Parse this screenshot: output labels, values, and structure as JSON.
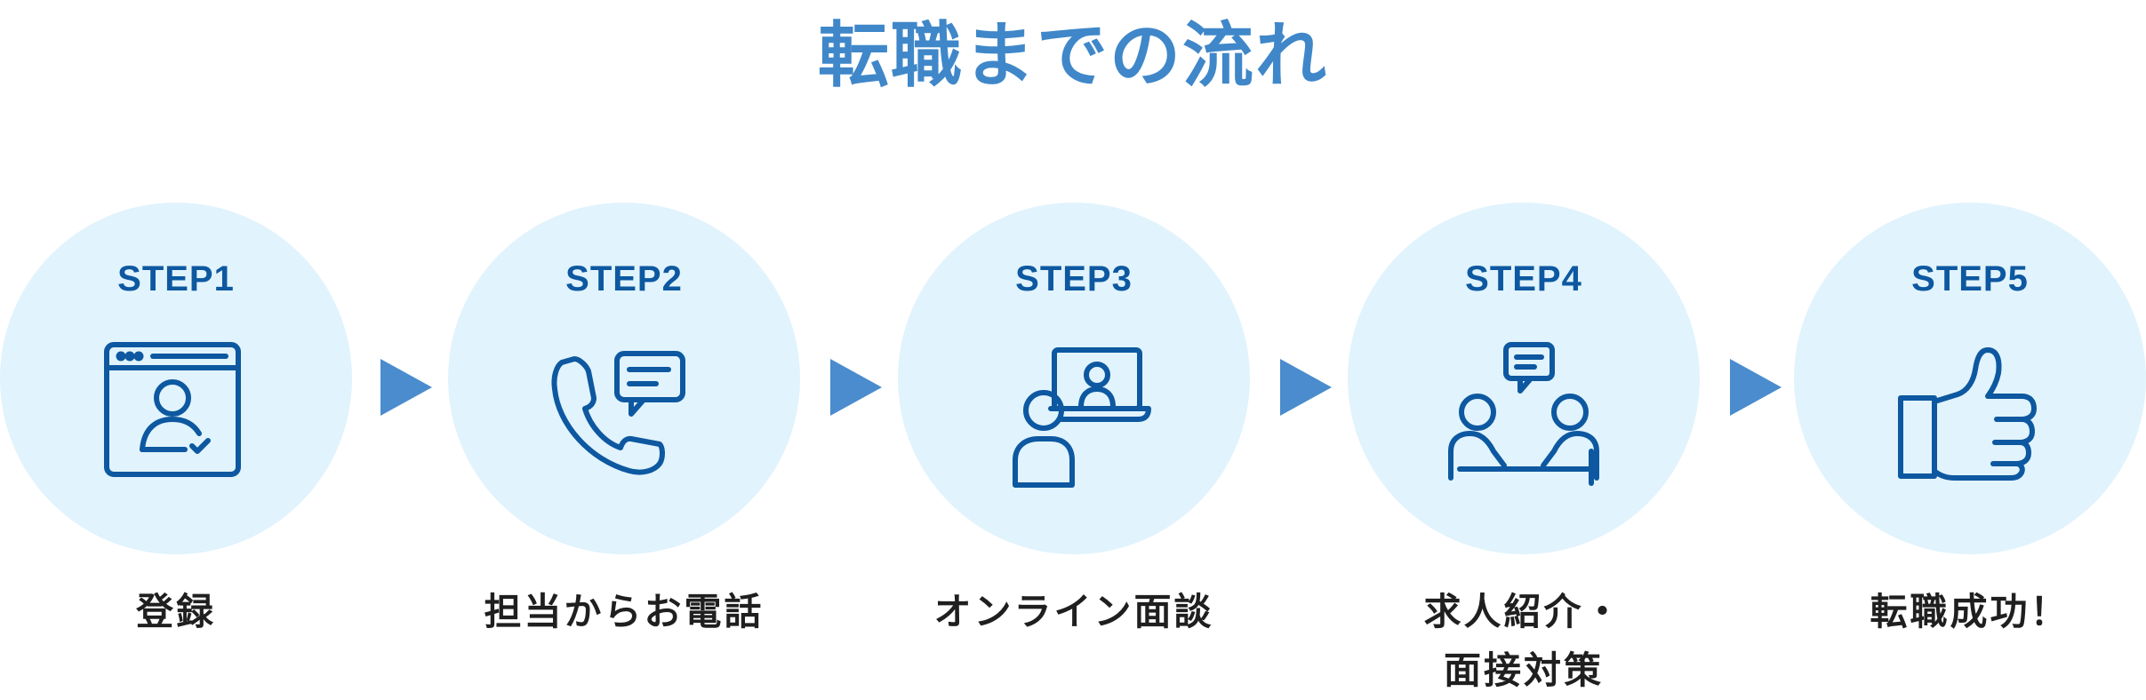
{
  "title": "転職までの流れ",
  "colors": {
    "title": "#3f87c9",
    "circle": "#e1f3fc",
    "step_label": "#0d58a0",
    "icon_stroke": "#0d58a0",
    "arrow": "#4a8ccd",
    "caption": "#1f1f1f"
  },
  "steps": [
    {
      "label": "STEP1",
      "icon": "browser-user-icon",
      "caption": "登録"
    },
    {
      "label": "STEP2",
      "icon": "phone-chat-icon",
      "caption": "担当からお電話"
    },
    {
      "label": "STEP3",
      "icon": "video-call-icon",
      "caption": "オンライン面談"
    },
    {
      "label": "STEP4",
      "icon": "meeting-icon",
      "caption": "求人紹介・\n面接対策"
    },
    {
      "label": "STEP5",
      "icon": "thumbs-up-icon",
      "caption": "転職成功！"
    }
  ]
}
